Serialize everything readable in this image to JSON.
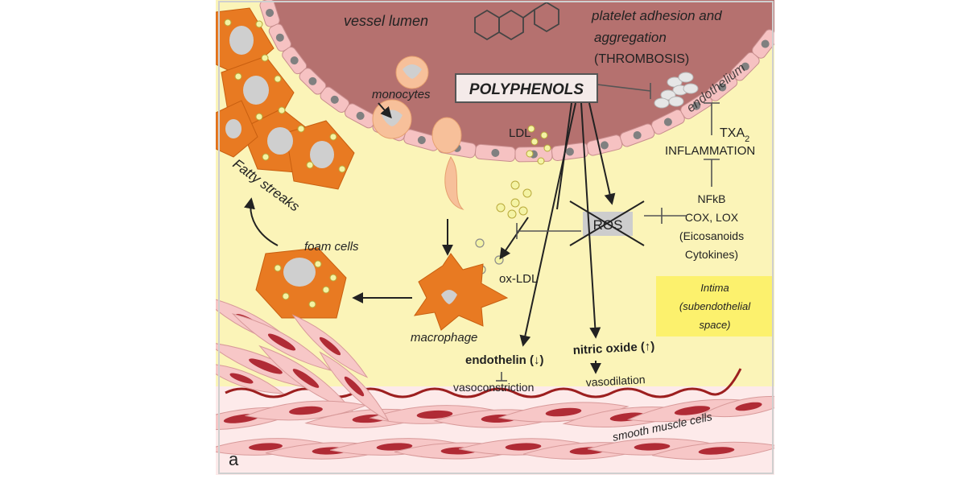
{
  "labels": {
    "vessel_lumen": "vessel lumen",
    "platelet_line1": "platelet adhesion and",
    "platelet_line2": "aggregation",
    "platelet_line3": "(THROMBOSIS)",
    "endothelium": "endothelium",
    "polyphenols": "POLYPHENOLS",
    "monocytes": "monocytes",
    "ldl": "LDL",
    "txa2_base": "TXA",
    "txa2_sub": "2",
    "inflammation": "INFLAMMATION",
    "nfkb": "NFkB",
    "cox_lox": "COX, LOX",
    "eicosanoids": "(Eicosanoids",
    "cytokines": "Cytokines)",
    "ros": "ROS",
    "fatty_streaks": "Fatty streaks",
    "foam_cells": "foam cells",
    "ox_ldl": "ox-LDL",
    "macrophage": "macrophage",
    "intima_line1": "Intima",
    "intima_line2": "(subendothelial",
    "intima_line3": "space)",
    "endothelin": "endothelin (↓)",
    "vasoconstriction": "vasoconstriction",
    "nitric_oxide": "nitric oxide (↑)",
    "vasodilation": "vasodilation",
    "smooth_muscle": "smooth muscle cells",
    "panel": "a"
  },
  "colors": {
    "lumen": "#b5716f",
    "intima": "#fbf4b8",
    "endothelial_cell": "#f6c2c2",
    "nucleus": "#808080",
    "foam_cell": "#e87a22",
    "muscle_cell": "#f7c7c7",
    "muscle_nucleus": "#b02b35",
    "ldl_particle": "#f4f3a4",
    "highlight": "#fcf16d",
    "ros_box": "#cdcdcd"
  }
}
